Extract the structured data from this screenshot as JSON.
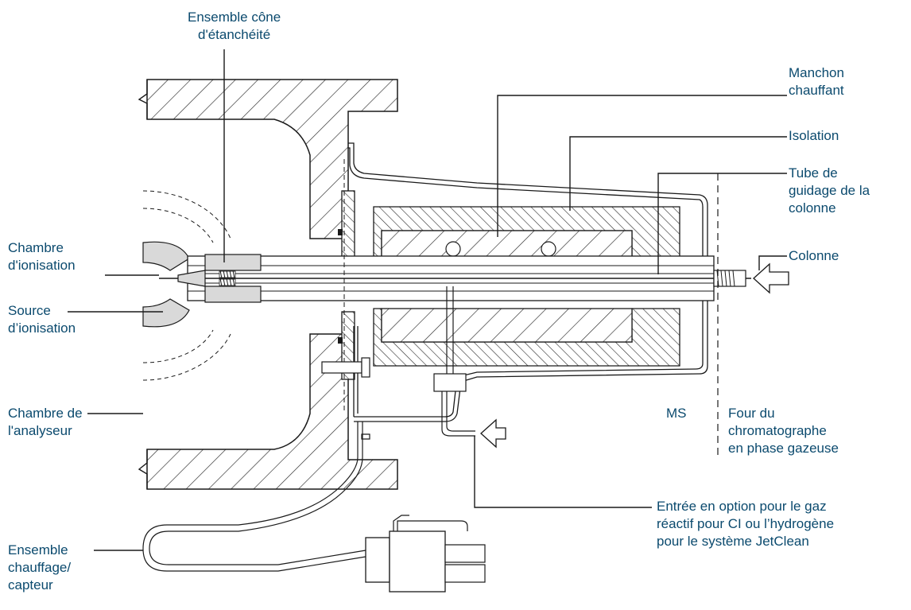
{
  "colors": {
    "label": "#0b4a6e",
    "line": "#1a1a1a",
    "hatch": "#2a2a2a",
    "gray": "#d9d9d9",
    "background": "#ffffff"
  },
  "labels": {
    "seal_cone": [
      "Ensemble cône",
      "d'étanchéité"
    ],
    "heater_sleeve": [
      "Manchon",
      "chauffant"
    ],
    "insulation": [
      "Isolation"
    ],
    "column_guide_tube": [
      "Tube de",
      "guidage de la",
      "colonne"
    ],
    "column": [
      "Colonne"
    ],
    "ionization_chamber": [
      "Chambre",
      "d'ionisation"
    ],
    "ionization_source": [
      "Source",
      "d’ionisation"
    ],
    "analyzer_chamber": [
      "Chambre de",
      "l'analyseur"
    ],
    "ms": [
      "MS"
    ],
    "gc_oven": [
      "Four du",
      "chromatographe",
      "en phase gazeuse"
    ],
    "optional_inlet": [
      "Entrée en option pour le gaz",
      "réactif pour CI ou l’hydrogène",
      "pour le système JetClean"
    ],
    "heater_sensor": [
      "Ensemble",
      "chauffage/",
      "capteur"
    ]
  },
  "icons": {
    "column_flow_arrow": "arrow-left-icon",
    "gas_flow_arrow": "arrow-left-icon"
  }
}
